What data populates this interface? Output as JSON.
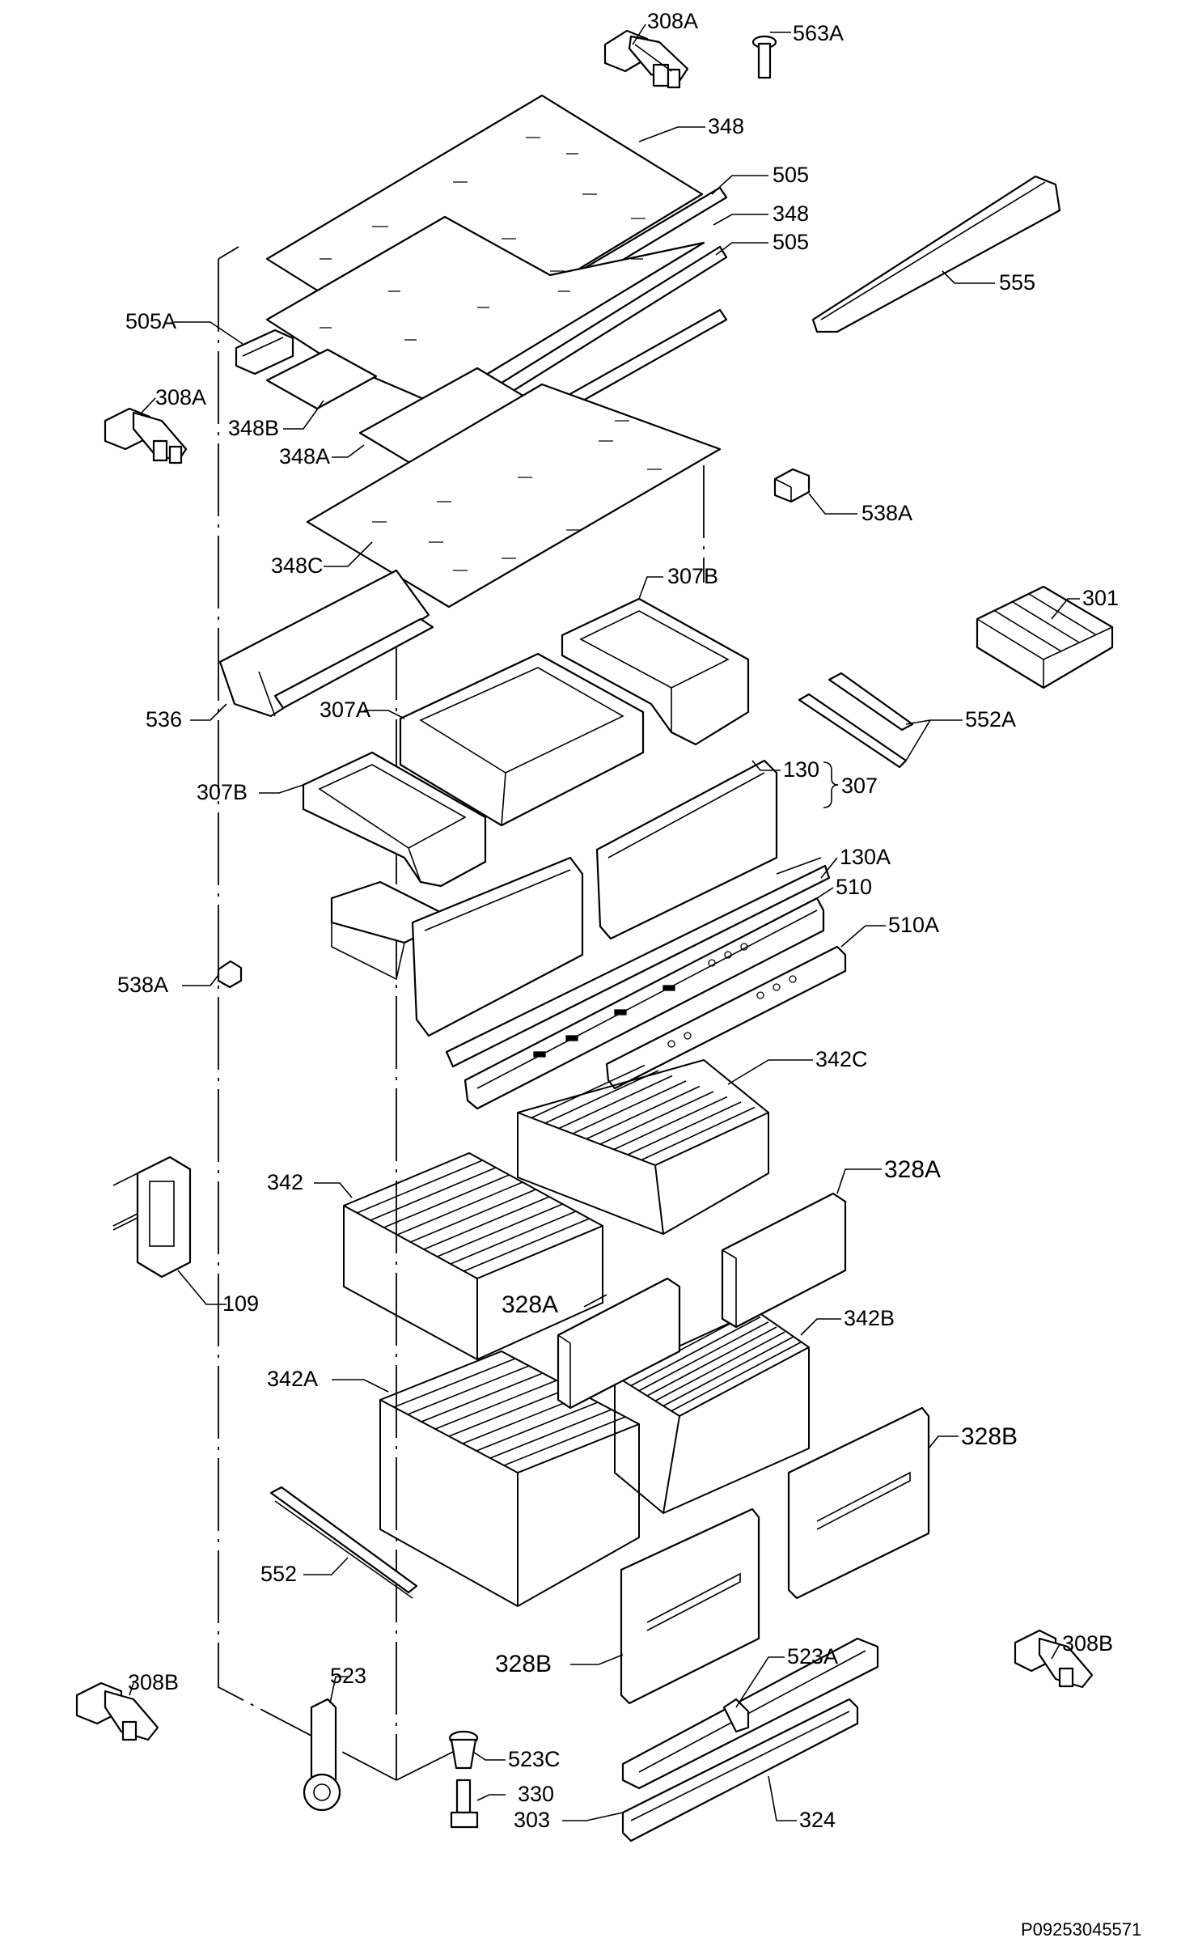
{
  "drawing_code": "P09253045571",
  "callouts": [
    {
      "id": "308A-top",
      "text": "308A"
    },
    {
      "id": "563A",
      "text": "563A"
    },
    {
      "id": "348-a",
      "text": "348"
    },
    {
      "id": "505-a",
      "text": "505"
    },
    {
      "id": "348-b",
      "text": "348"
    },
    {
      "id": "505-b",
      "text": "505"
    },
    {
      "id": "555",
      "text": "555"
    },
    {
      "id": "505A",
      "text": "505A"
    },
    {
      "id": "308A-left",
      "text": "308A"
    },
    {
      "id": "348B",
      "text": "348B"
    },
    {
      "id": "348A",
      "text": "348A"
    },
    {
      "id": "538A-right",
      "text": "538A"
    },
    {
      "id": "348C",
      "text": "348C"
    },
    {
      "id": "307B-top",
      "text": "307B"
    },
    {
      "id": "301",
      "text": "301"
    },
    {
      "id": "536",
      "text": "536"
    },
    {
      "id": "307A",
      "text": "307A"
    },
    {
      "id": "552A",
      "text": "552A"
    },
    {
      "id": "307B-left",
      "text": "307B"
    },
    {
      "id": "130",
      "text": "130"
    },
    {
      "id": "307",
      "text": "307"
    },
    {
      "id": "130A",
      "text": "130A"
    },
    {
      "id": "510",
      "text": "510"
    },
    {
      "id": "510A",
      "text": "510A"
    },
    {
      "id": "538A-left",
      "text": "538A"
    },
    {
      "id": "342C",
      "text": "342C"
    },
    {
      "id": "342",
      "text": "342"
    },
    {
      "id": "328A-right",
      "text": "328A"
    },
    {
      "id": "109",
      "text": "109"
    },
    {
      "id": "328A-mid",
      "text": "328A"
    },
    {
      "id": "342B",
      "text": "342B"
    },
    {
      "id": "342A",
      "text": "342A"
    },
    {
      "id": "328B-right",
      "text": "328B"
    },
    {
      "id": "552",
      "text": "552"
    },
    {
      "id": "328B-left",
      "text": "328B"
    },
    {
      "id": "308B-right",
      "text": "308B"
    },
    {
      "id": "523A",
      "text": "523A"
    },
    {
      "id": "523",
      "text": "523"
    },
    {
      "id": "308B-left",
      "text": "308B"
    },
    {
      "id": "523C",
      "text": "523C"
    },
    {
      "id": "330",
      "text": "330"
    },
    {
      "id": "303",
      "text": "303"
    },
    {
      "id": "324",
      "text": "324"
    }
  ]
}
